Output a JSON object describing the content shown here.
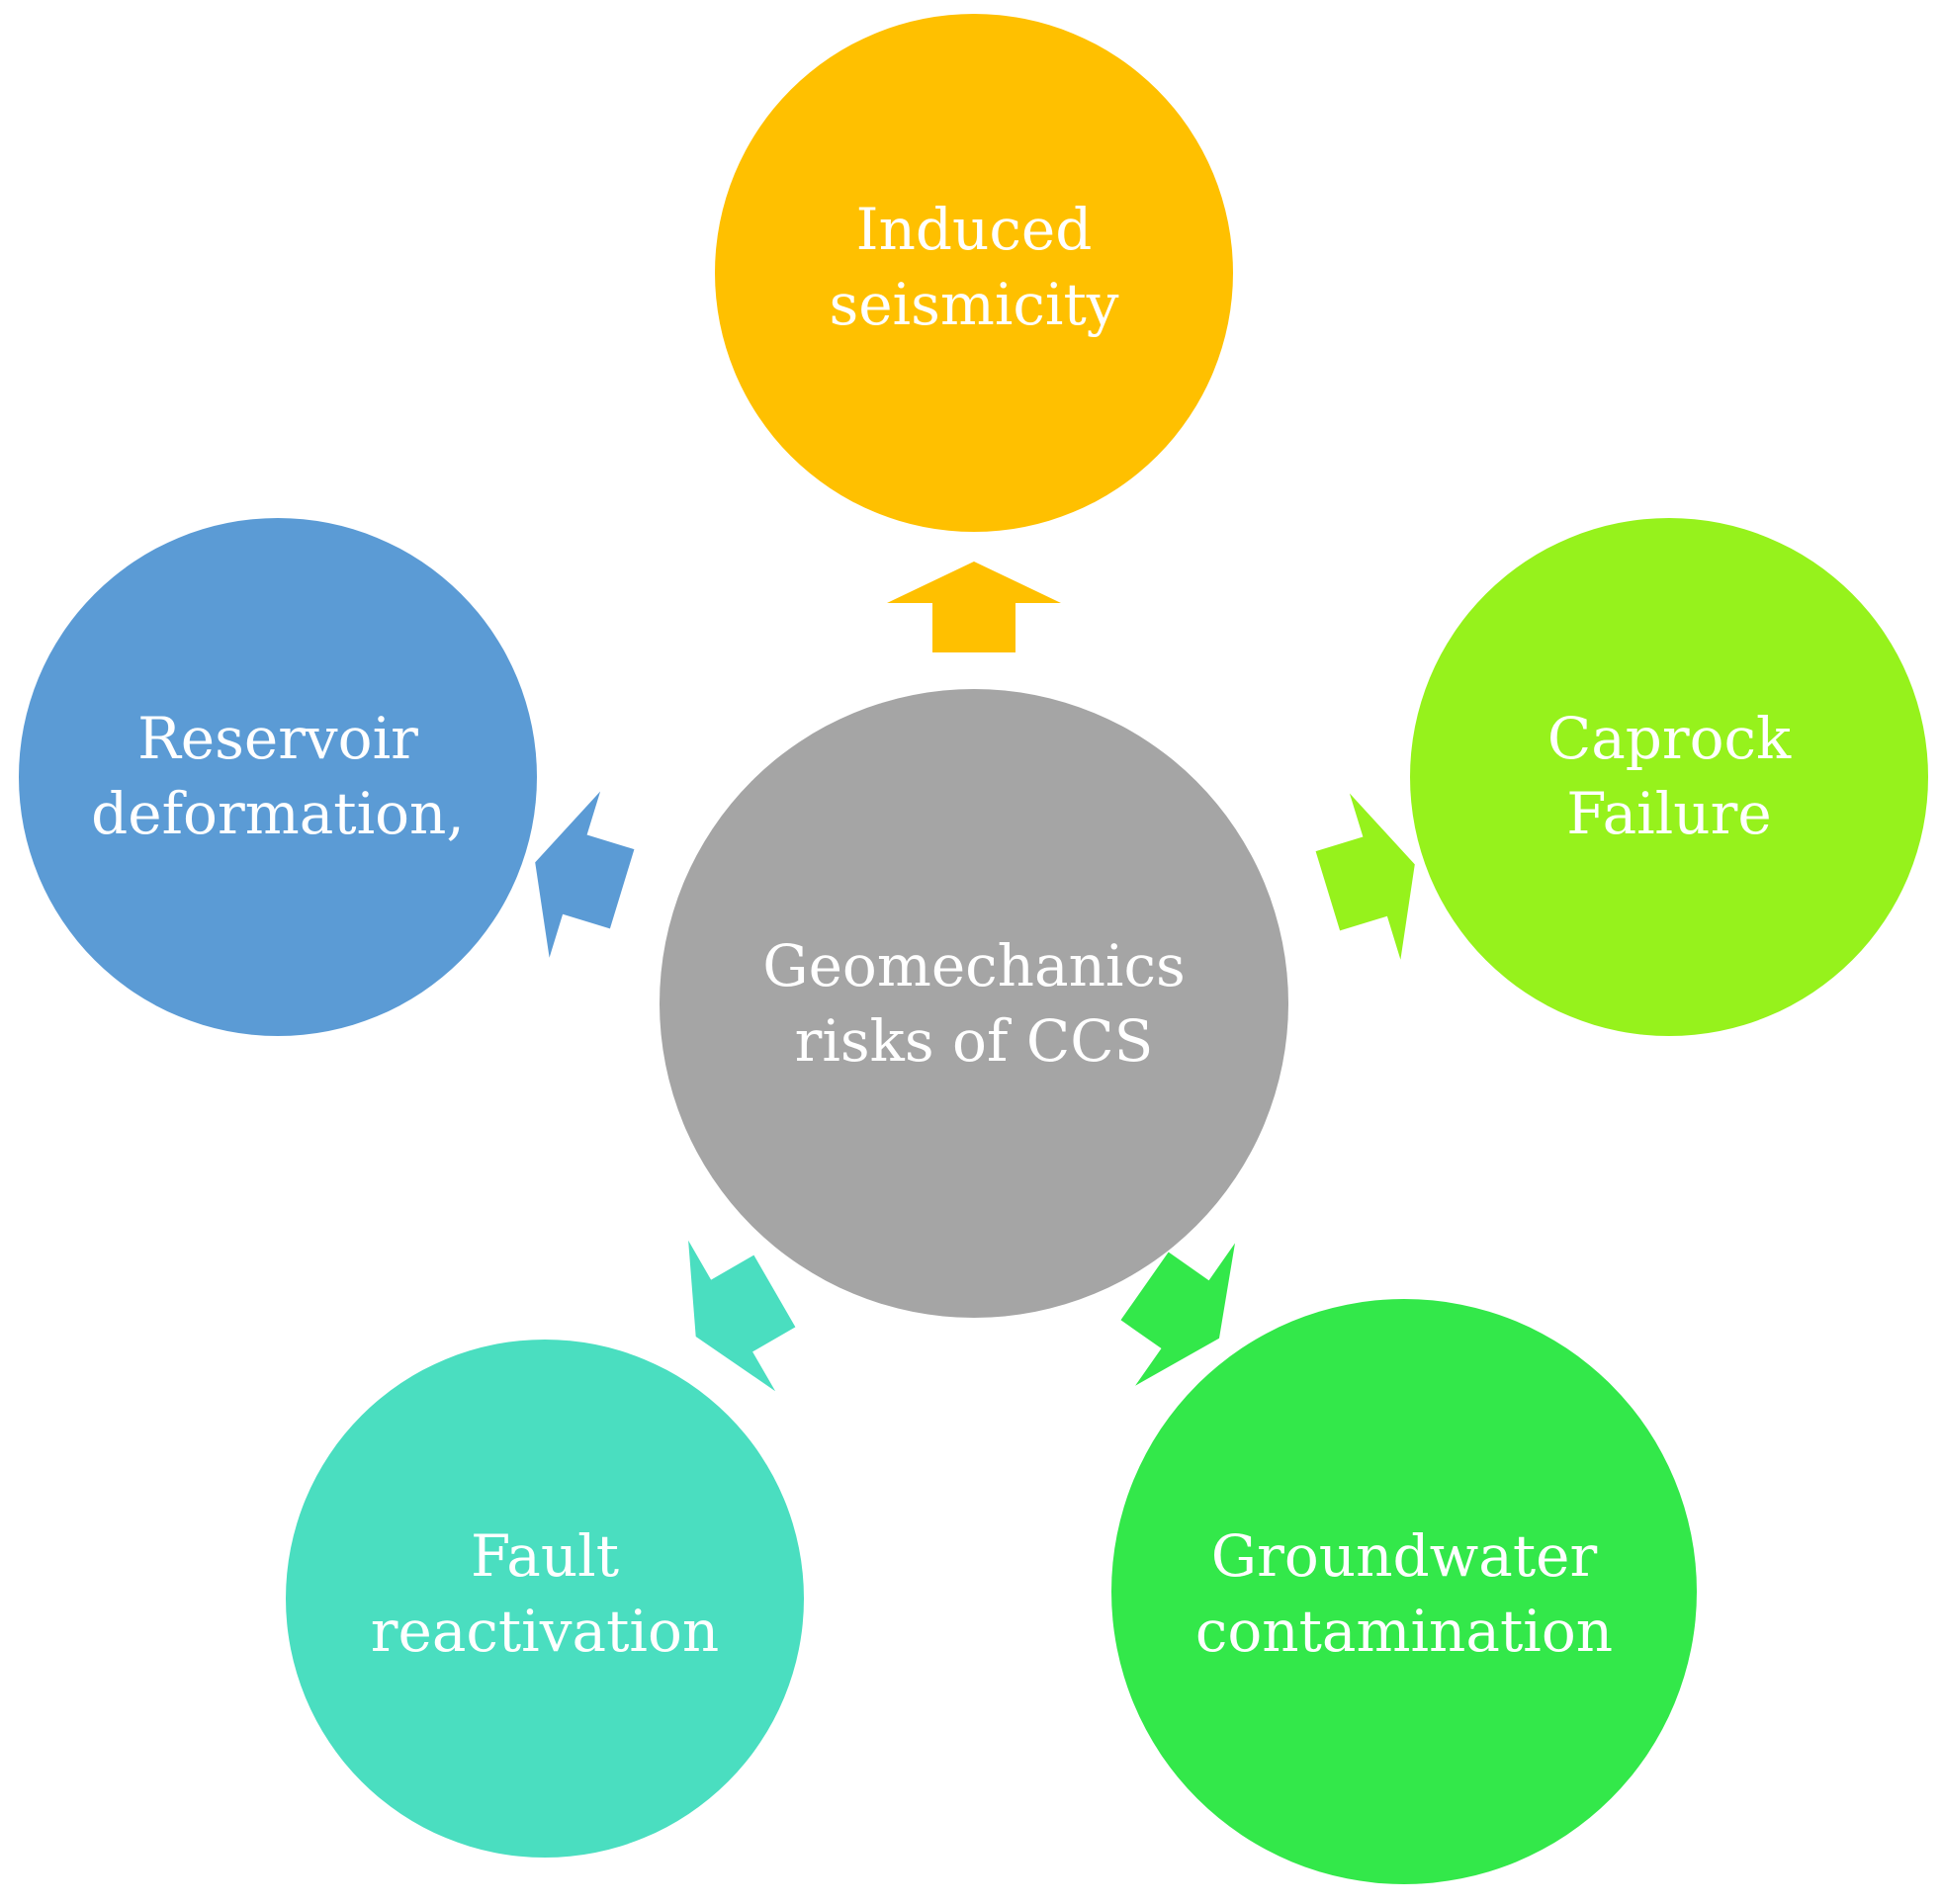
{
  "center": {
    "lines": [
      "Geomechanics",
      "risks of CCS"
    ],
    "color": "#a5a5a5"
  },
  "nodes": [
    {
      "id": "induced-seismicity",
      "lines": [
        "Induced",
        "seismicity"
      ],
      "color": "#ffc000"
    },
    {
      "id": "caprock-failure",
      "lines": [
        "Caprock",
        "Failure"
      ],
      "color": "#96f21c"
    },
    {
      "id": "groundwater-contamination",
      "lines": [
        "Groundwater",
        "contamination"
      ],
      "color": "#33e84a"
    },
    {
      "id": "fault-reactivation",
      "lines": [
        "Fault",
        "reactivation"
      ],
      "color": "#4adec0"
    },
    {
      "id": "reservoir-deformation",
      "lines": [
        "Reservoir",
        "deformation,"
      ],
      "color": "#5b9bd5"
    }
  ]
}
